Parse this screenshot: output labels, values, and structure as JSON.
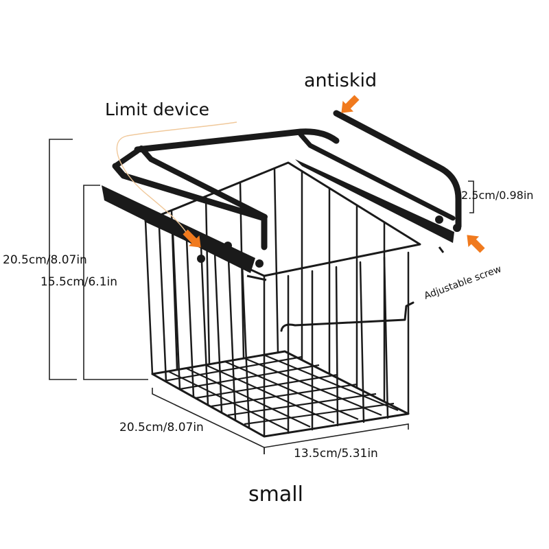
{
  "labels": {
    "antiskid": "antiskid",
    "limit_device": "Limit device",
    "adjustable_screw": "Adjustable screw",
    "height_outer": "20.5cm/8.07in",
    "height_inner": "15.5cm/6.1in",
    "rail_height": "2.5cm/0.98in",
    "depth": "20.5cm/8.07in",
    "width": "13.5cm/5.31in",
    "size": "small"
  },
  "colors": {
    "arrow": "#f07a1e",
    "wire": "#1a1a1a",
    "curve": "#f0c89a"
  }
}
